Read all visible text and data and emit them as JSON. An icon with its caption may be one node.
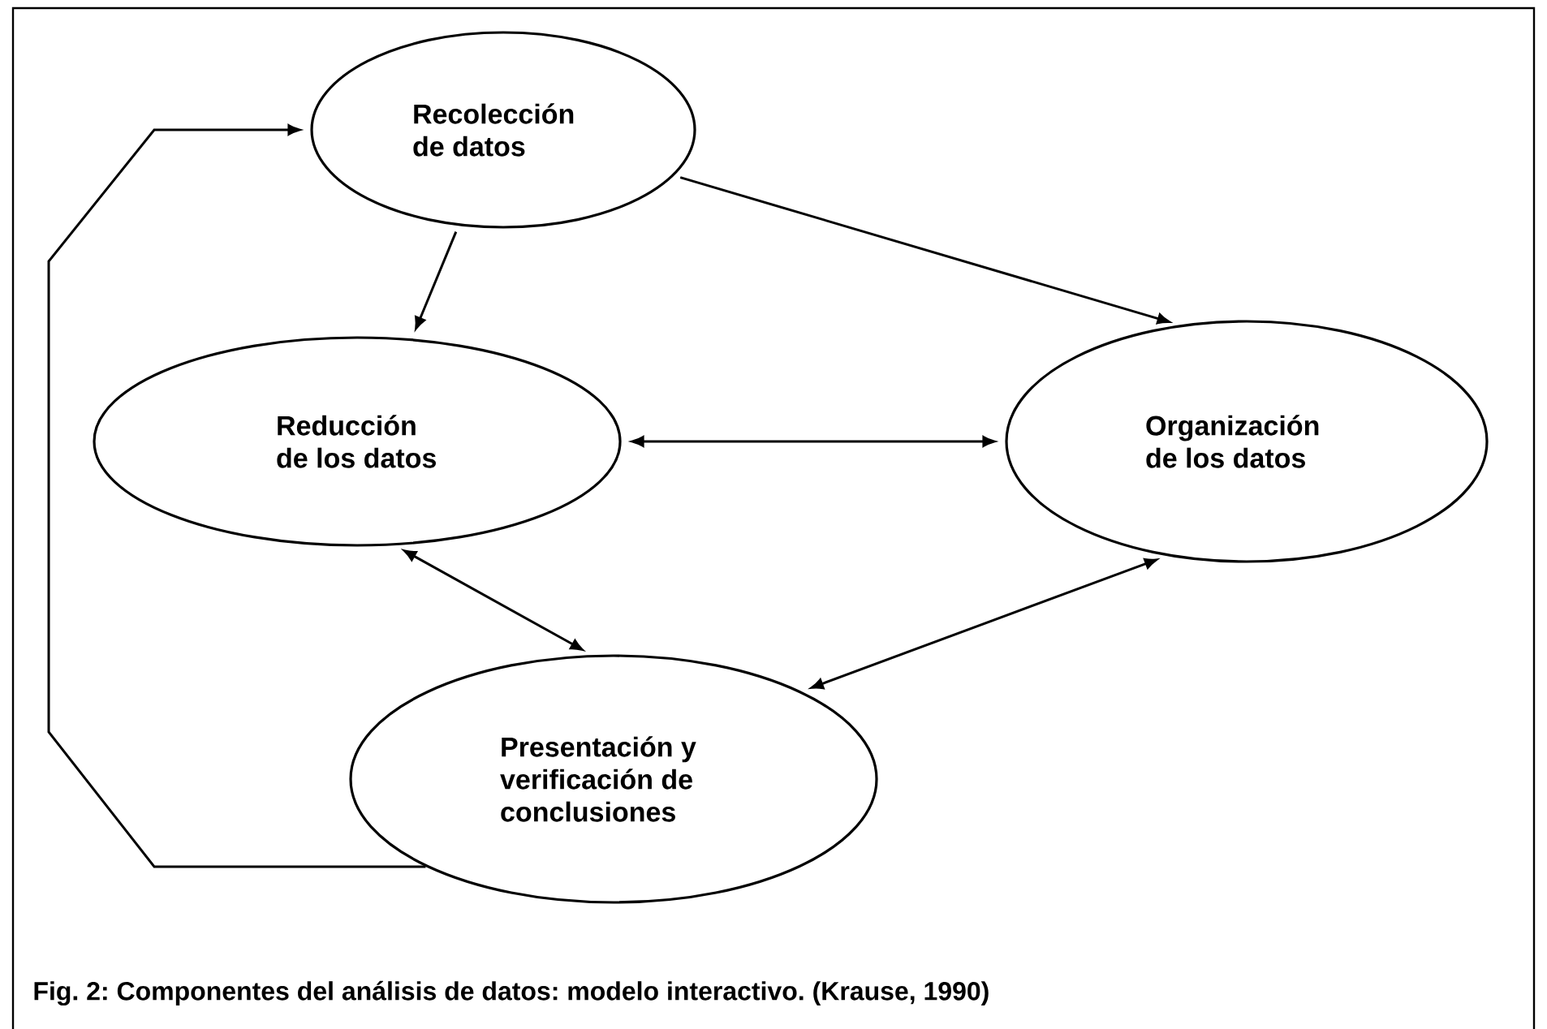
{
  "diagram": {
    "caption": "Fig. 2:  Componentes del análisis de datos: modelo interactivo. (Krause, 1990)",
    "nodes": [
      {
        "text": [
          "Recolección de datos"
        ]
      },
      {
        "text": [
          "Reducción de los datos"
        ]
      },
      {
        "text": [
          "Organización de los datos"
        ]
      },
      {
        "text": [
          "Presentación y verificación de conclusiones"
        ]
      }
    ],
    "edges": [
      {
        "from": 0,
        "to": 1,
        "arrow": "to"
      },
      {
        "from": 0,
        "to": 2,
        "arrow": "to"
      },
      {
        "from": 1,
        "to": 2,
        "arrow": "both"
      },
      {
        "from": 1,
        "to": 3,
        "arrow": "both"
      },
      {
        "from": 2,
        "to": 3,
        "arrow": "both"
      },
      {
        "from": 3,
        "to": 0,
        "arrow": "to"
      }
    ]
  }
}
